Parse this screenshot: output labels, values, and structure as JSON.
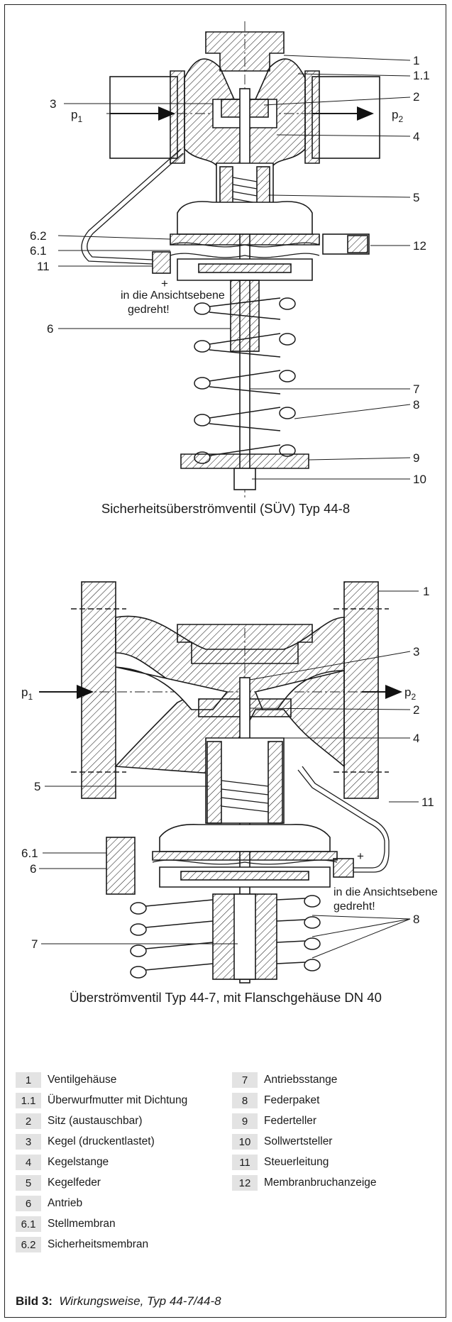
{
  "diagram1": {
    "caption": "Sicherheitsüberströmventil (SÜV) Typ 44-8",
    "p1": "p",
    "p1_sub": "1",
    "p2": "p",
    "p2_sub": "2",
    "plus": "+",
    "note_line1": "in die Ansichtsebene",
    "note_line2": "gedreht!",
    "callouts": [
      "1",
      "1.1",
      "2",
      "4",
      "5",
      "12",
      "7",
      "8",
      "9",
      "10",
      "3",
      "6.2",
      "6.1",
      "11",
      "6"
    ]
  },
  "diagram2": {
    "caption": "Überströmventil Typ 44-7, mit Flanschgehäuse DN 40",
    "p1": "p",
    "p1_sub": "1",
    "p2": "p",
    "p2_sub": "2",
    "plus": "+",
    "note_line1": "in die Ansichtsebene",
    "note_line2": "gedreht!",
    "callouts": [
      "1",
      "3",
      "2",
      "4",
      "11",
      "8",
      "5",
      "6.1",
      "6",
      "7"
    ]
  },
  "legend": [
    {
      "num": "1",
      "text": "Ventilgehäuse"
    },
    {
      "num": "1.1",
      "text": "Überwurfmutter mit Dichtung"
    },
    {
      "num": "2",
      "text": "Sitz (austauschbar)"
    },
    {
      "num": "3",
      "text": "Kegel (druckentlastet)"
    },
    {
      "num": "4",
      "text": "Kegelstange"
    },
    {
      "num": "5",
      "text": "Kegelfeder"
    },
    {
      "num": "6",
      "text": "Antrieb"
    },
    {
      "num": "6.1",
      "text": "Stellmembran"
    },
    {
      "num": "6.2",
      "text": "Sicherheitsmembran"
    },
    {
      "num": "7",
      "text": "Antriebsstange"
    },
    {
      "num": "8",
      "text": "Federpaket"
    },
    {
      "num": "9",
      "text": "Federteller"
    },
    {
      "num": "10",
      "text": "Sollwertsteller"
    },
    {
      "num": "11",
      "text": "Steuerleitung"
    },
    {
      "num": "12",
      "text": "Membranbruchanzeige"
    }
  ],
  "figure": {
    "label": "Bild 3:",
    "title": "Wirkungsweise, Typ 44-7/44-8"
  }
}
